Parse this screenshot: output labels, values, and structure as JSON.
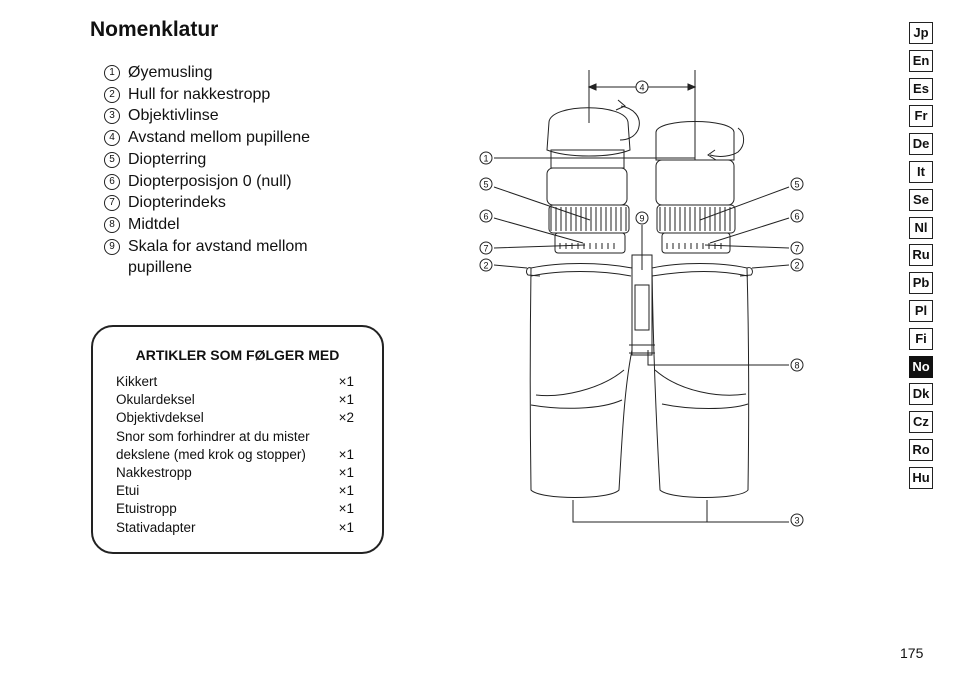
{
  "title": "Nomenklatur",
  "parts": [
    {
      "num": "1",
      "label": "Øyemusling"
    },
    {
      "num": "2",
      "label": "Hull for nakkestropp"
    },
    {
      "num": "3",
      "label": "Objektivlinse"
    },
    {
      "num": "4",
      "label": "Avstand mellom pupillene"
    },
    {
      "num": "5",
      "label": "Diopterring"
    },
    {
      "num": "6",
      "label": "Diopterposisjon 0 (null)"
    },
    {
      "num": "7",
      "label": "Diopterindeks"
    },
    {
      "num": "8",
      "label": "Midtdel"
    },
    {
      "num": "9",
      "label": "Skala for avstand mellom pupillene"
    }
  ],
  "accessories": {
    "title": "ARTIKLER SOM FØLGER MED",
    "items": [
      {
        "name": "Kikkert",
        "qty": "×1"
      },
      {
        "name": "Okulardeksel",
        "qty": "×1"
      },
      {
        "name": "Objektivdeksel",
        "qty": "×2"
      },
      {
        "name": "Snor som forhindrer at du mister",
        "qty": ""
      },
      {
        "name": "dekslene (med krok og stopper)",
        "qty": "×1"
      },
      {
        "name": "Nakkestropp",
        "qty": "×1"
      },
      {
        "name": "Etui",
        "qty": "×1"
      },
      {
        "name": "Etuistropp",
        "qty": "×1"
      },
      {
        "name": "Stativadapter",
        "qty": "×1"
      }
    ]
  },
  "languages": [
    "Jp",
    "En",
    "Es",
    "Fr",
    "De",
    "It",
    "Se",
    "Nl",
    "Ru",
    "Pb",
    "Pl",
    "Fi",
    "No",
    "Dk",
    "Cz",
    "Ro",
    "Hu"
  ],
  "active_language": "No",
  "callouts": {
    "n1": "1",
    "n2": "2",
    "n3": "3",
    "n4": "4",
    "n5": "5",
    "n6": "6",
    "n7": "7",
    "n8": "8",
    "n9": "9"
  },
  "page_number": "175"
}
